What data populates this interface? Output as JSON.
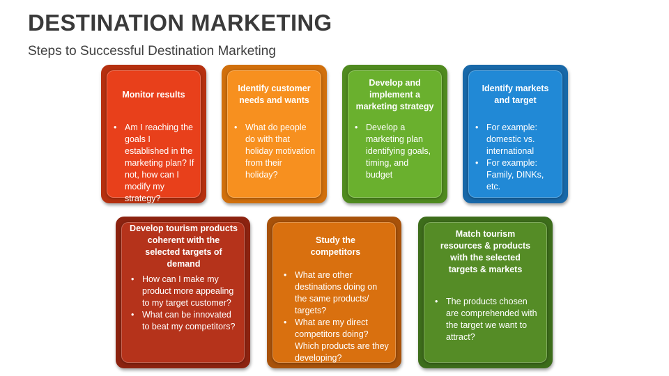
{
  "title": "DESTINATION MARKETING",
  "subtitle": "Steps to Successful Destination Marketing",
  "cards": [
    {
      "heading": "Monitor results",
      "bullets": [
        "Am I reaching the goals I established in the marketing plan? If not, how can I modify my strategy?"
      ],
      "outer_color": "#b5300f",
      "inner_color": "#e8401b"
    },
    {
      "heading": "Identify customer needs and wants",
      "bullets": [
        "What do people do with that holiday motivation from their holiday?"
      ],
      "outer_color": "#d06f0c",
      "inner_color": "#f7901f"
    },
    {
      "heading": "Develop and implement a marketing strategy",
      "bullets": [
        "Develop a marketing plan identifying goals, timing, and budget"
      ],
      "outer_color": "#4f8a1f",
      "inner_color": "#6ab02e"
    },
    {
      "heading": "Identify markets and target",
      "bullets": [
        "For example: domestic vs. international",
        "For example: Family, DINKs, etc."
      ],
      "outer_color": "#1868a8",
      "inner_color": "#2189d6"
    },
    {
      "heading": "Develop tourism products coherent with the selected targets of demand",
      "bullets": [
        "How can I make my product more appealing to my target customer?",
        "What can be innovated to beat my competitors?"
      ],
      "outer_color": "#8c2310",
      "inner_color": "#b5331b"
    },
    {
      "heading": "Study the competitors",
      "bullets": [
        "What are other destinations doing on the same products/ targets?",
        "What are my direct competitors doing? Which products are they developing?"
      ],
      "outer_color": "#a8520a",
      "inner_color": "#d9700f"
    },
    {
      "heading": "Match tourism resources & products with the selected targets & markets",
      "bullets": [
        "The products chosen are comprehended with the target we want to attract?"
      ],
      "outer_color": "#3d6d1b",
      "inner_color": "#558c26"
    }
  ]
}
